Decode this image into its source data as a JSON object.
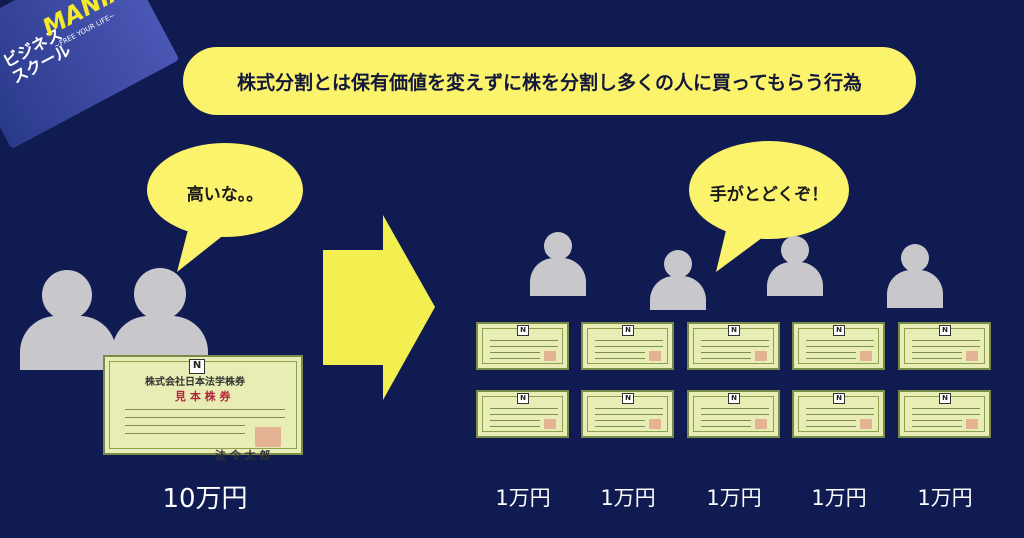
{
  "logo": {
    "jp_line1": "ビジネス",
    "jp_line2": "スクール",
    "mania": "MANIA",
    "tagline": "~FREE YOUR LIFE~"
  },
  "headline": "株式分割とは保有価値を変えずに株を分割し多くの人に買ってもらう行為",
  "left": {
    "bubble_text": "高いな。。",
    "certificate": {
      "letter": "N",
      "title": "株式会社日本法学株券",
      "subtitle": "見 本 株 券",
      "signature": "法 令 太 郎"
    },
    "price": "10万円"
  },
  "right": {
    "bubble_text": "手がとどくぞ！",
    "certificate_letter": "N",
    "prices": [
      "1万円",
      "1万円",
      "1万円",
      "1万円",
      "1万円"
    ]
  },
  "colors": {
    "background": "#101b52",
    "accent_yellow": "#fbf36b",
    "person_gray": "#c8c8cc",
    "certificate_green": "#e8edb6"
  }
}
